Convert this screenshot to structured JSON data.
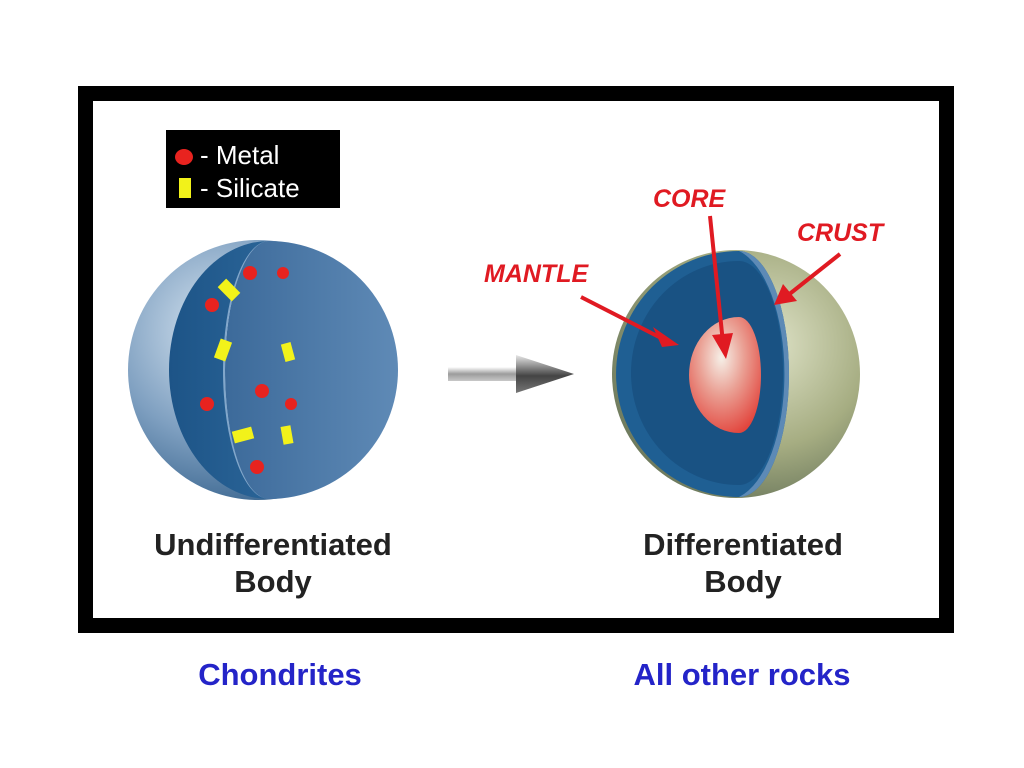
{
  "legend": {
    "metal_label": "- Metal",
    "silicate_label": "- Silicate"
  },
  "left_body": {
    "caption_line1": "Undifferentiated",
    "caption_line2": "Body"
  },
  "right_body": {
    "caption_line1": "Differentiated",
    "caption_line2": "Body",
    "labels": {
      "core": "CORE",
      "crust": "CRUST",
      "mantle": "MANTLE"
    }
  },
  "bottom_labels": {
    "left": "Chondrites",
    "right": "All other rocks"
  },
  "colors": {
    "metal": "#e8231f",
    "silicate": "#f2f21a",
    "label_red": "#e01a22",
    "bottom_text_blue": "#2424c8",
    "mantle_blue": "#1f5f93",
    "crust_blue": "#5d8ab6"
  }
}
